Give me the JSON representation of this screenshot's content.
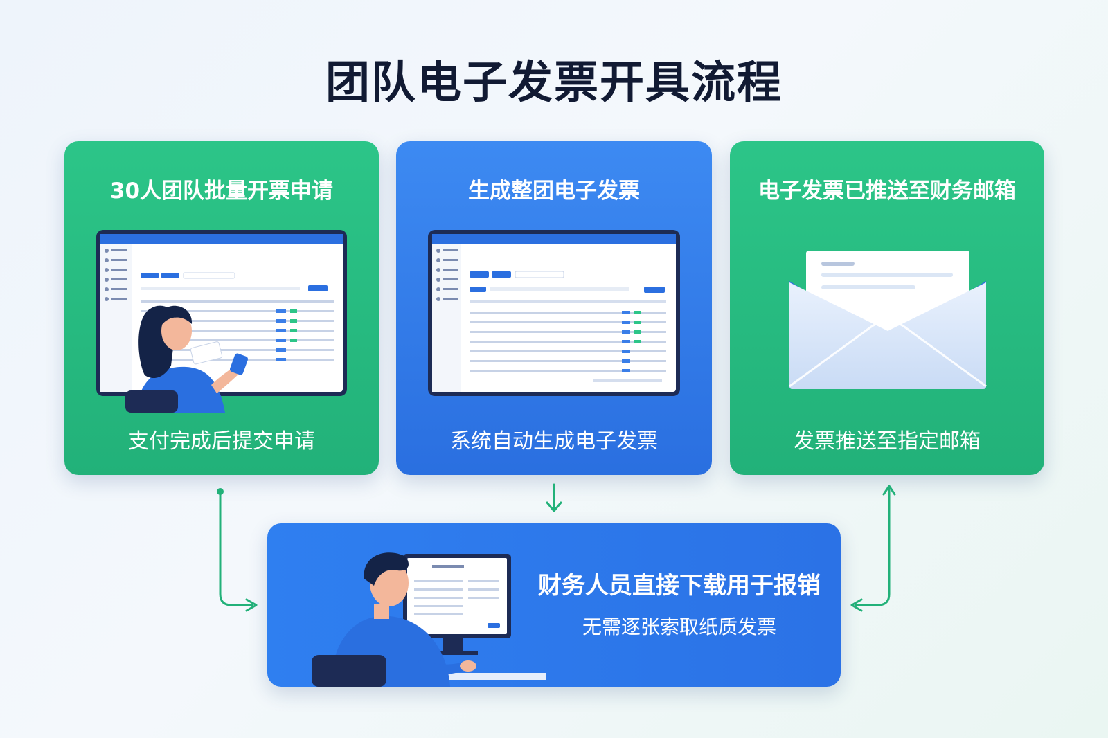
{
  "title": "团队电子发票开具流程",
  "steps": [
    {
      "title": "30人团队批量开票申请",
      "caption": "支付完成后提交申请"
    },
    {
      "title": "生成整团电子发票",
      "caption": "系统自动生成电子发票"
    },
    {
      "title": "电子发票已推送至财务邮箱",
      "caption": "发票推送至指定邮箱"
    }
  ],
  "final_step": {
    "title": "财务人员直接下载用于报销",
    "subtitle": "无需逐张索取纸质发票"
  },
  "colors": {
    "green": "#22b179",
    "blue": "#2a6fe0",
    "title": "#111a33",
    "arrow": "#22b179"
  },
  "icons": [
    "laptop-with-person-icon",
    "laptop-invoice-table-icon",
    "envelope-icon",
    "person-at-desktop-icon",
    "flow-arrow-icon"
  ]
}
